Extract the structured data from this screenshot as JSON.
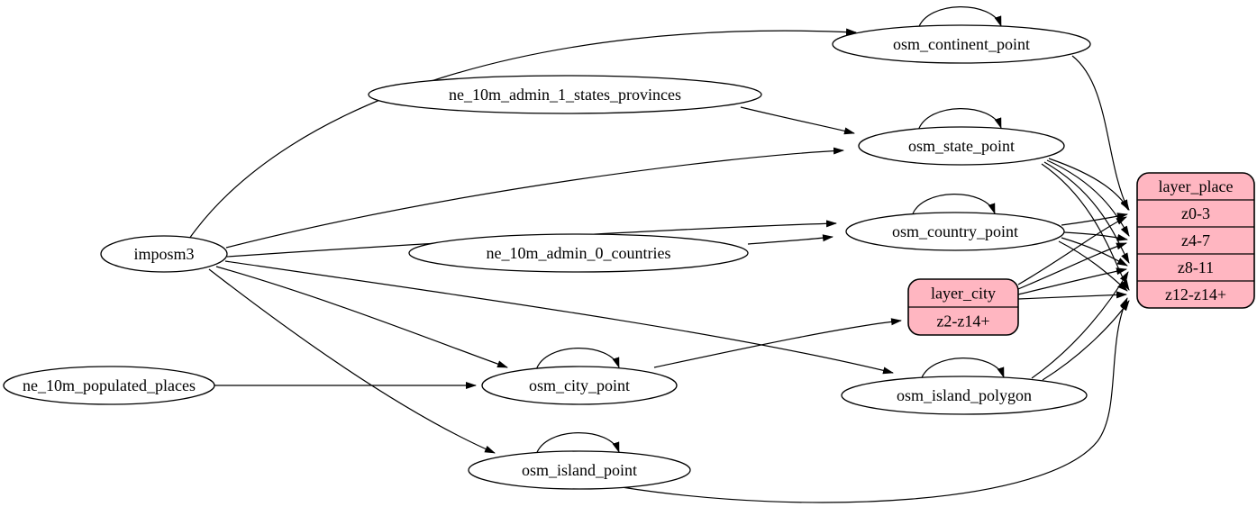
{
  "diagram": {
    "kind": "etl-graph",
    "record_fill_color": "#ffb6c1",
    "edge_color": "#000000",
    "background_color": "#ffffff",
    "nodes": [
      {
        "id": "imposm3",
        "label": "imposm3",
        "type": "source"
      },
      {
        "id": "ne_10m_admin_1_states_provinces",
        "label": "ne_10m_admin_1_states_provinces",
        "type": "source"
      },
      {
        "id": "ne_10m_admin_0_countries",
        "label": "ne_10m_admin_0_countries",
        "type": "source"
      },
      {
        "id": "ne_10m_populated_places",
        "label": "ne_10m_populated_places",
        "type": "source"
      },
      {
        "id": "osm_continent_point",
        "label": "osm_continent_point",
        "type": "table"
      },
      {
        "id": "osm_state_point",
        "label": "osm_state_point",
        "type": "table"
      },
      {
        "id": "osm_country_point",
        "label": "osm_country_point",
        "type": "table"
      },
      {
        "id": "osm_city_point",
        "label": "osm_city_point",
        "type": "table"
      },
      {
        "id": "osm_island_polygon",
        "label": "osm_island_polygon",
        "type": "table"
      },
      {
        "id": "osm_island_point",
        "label": "osm_island_point",
        "type": "table"
      },
      {
        "id": "layer_city",
        "label": "layer_city",
        "type": "record",
        "rows": [
          "z2-z14+"
        ]
      },
      {
        "id": "layer_place",
        "label": "layer_place",
        "type": "record",
        "rows": [
          "z0-3",
          "z4-7",
          "z8-11",
          "z12-z14+"
        ]
      }
    ],
    "edges": [
      {
        "from": "imposm3",
        "to": "osm_continent_point"
      },
      {
        "from": "imposm3",
        "to": "osm_state_point"
      },
      {
        "from": "imposm3",
        "to": "osm_country_point"
      },
      {
        "from": "imposm3",
        "to": "osm_city_point"
      },
      {
        "from": "imposm3",
        "to": "osm_island_polygon"
      },
      {
        "from": "imposm3",
        "to": "osm_island_point"
      },
      {
        "from": "ne_10m_admin_1_states_provinces",
        "to": "osm_state_point"
      },
      {
        "from": "ne_10m_admin_0_countries",
        "to": "osm_country_point"
      },
      {
        "from": "ne_10m_populated_places",
        "to": "osm_city_point"
      },
      {
        "from": "osm_continent_point",
        "to": "osm_continent_point"
      },
      {
        "from": "osm_state_point",
        "to": "osm_state_point"
      },
      {
        "from": "osm_country_point",
        "to": "osm_country_point"
      },
      {
        "from": "osm_city_point",
        "to": "osm_city_point"
      },
      {
        "from": "osm_island_polygon",
        "to": "osm_island_polygon"
      },
      {
        "from": "osm_island_point",
        "to": "osm_island_point"
      },
      {
        "from": "osm_city_point",
        "to": "layer_city",
        "to_row": "z2-z14+"
      },
      {
        "from": "osm_continent_point",
        "to": "layer_place",
        "to_row": "z0-3"
      },
      {
        "from": "osm_state_point",
        "to": "layer_place",
        "to_row": "z0-3"
      },
      {
        "from": "osm_state_point",
        "to": "layer_place",
        "to_row": "z4-7"
      },
      {
        "from": "osm_state_point",
        "to": "layer_place",
        "to_row": "z8-11"
      },
      {
        "from": "osm_state_point",
        "to": "layer_place",
        "to_row": "z12-z14+"
      },
      {
        "from": "osm_country_point",
        "to": "layer_place",
        "to_row": "z0-3"
      },
      {
        "from": "osm_country_point",
        "to": "layer_place",
        "to_row": "z4-7"
      },
      {
        "from": "osm_country_point",
        "to": "layer_place",
        "to_row": "z8-11"
      },
      {
        "from": "osm_country_point",
        "to": "layer_place",
        "to_row": "z12-z14+"
      },
      {
        "from": "layer_city",
        "to": "layer_place",
        "to_row": "z0-3"
      },
      {
        "from": "layer_city",
        "to": "layer_place",
        "to_row": "z4-7"
      },
      {
        "from": "layer_city",
        "to": "layer_place",
        "to_row": "z8-11"
      },
      {
        "from": "layer_city",
        "to": "layer_place",
        "to_row": "z12-z14+"
      },
      {
        "from": "osm_island_polygon",
        "to": "layer_place",
        "to_row": "z8-11"
      },
      {
        "from": "osm_island_polygon",
        "to": "layer_place",
        "to_row": "z12-z14+"
      },
      {
        "from": "osm_island_point",
        "to": "layer_place",
        "to_row": "z12-z14+"
      }
    ]
  }
}
